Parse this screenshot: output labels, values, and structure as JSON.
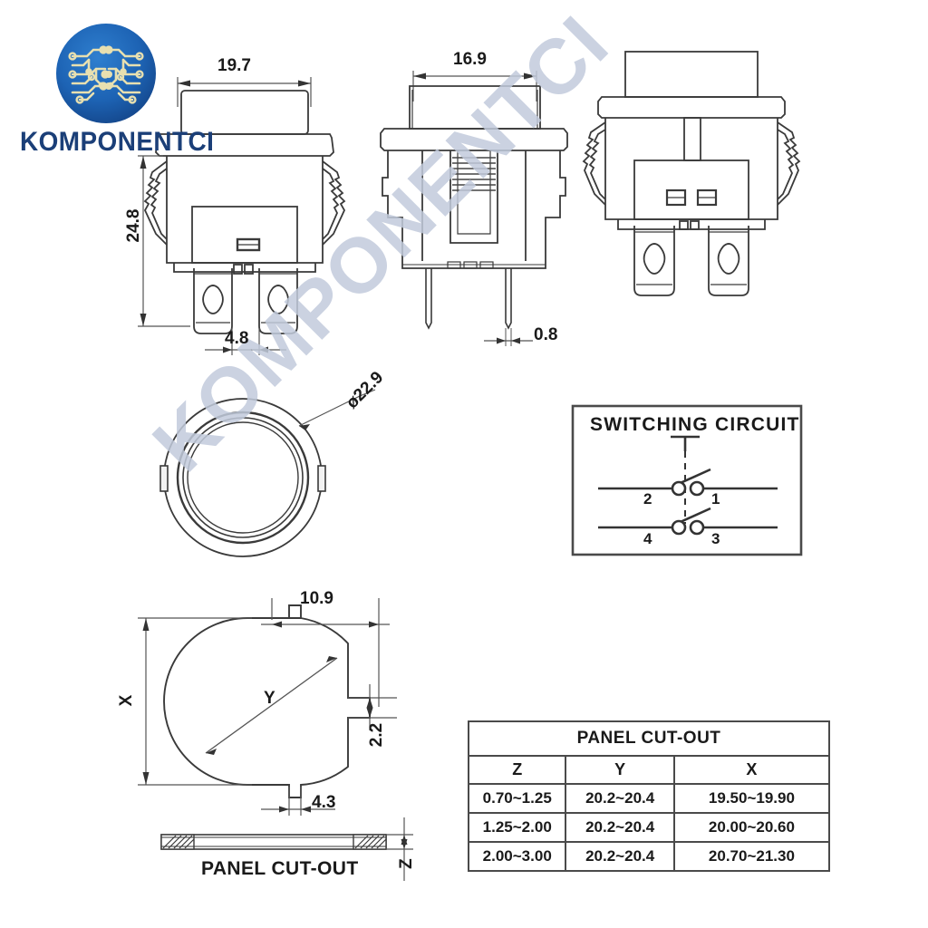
{
  "brand": {
    "name": "KOMPONENTCI",
    "logo_icon": "circuit-board-circle-logo",
    "logo_color": "#1b5ba8",
    "trace_color": "#e8e0b0",
    "text_color": "#1b3f78"
  },
  "watermark": {
    "text": "KOMPONENTCI",
    "color": "#c2cbdc"
  },
  "views": {
    "front": {
      "name": "front-view",
      "dimensions": {
        "width": "19.7",
        "height": "24.8",
        "terminal_width": "4.8"
      }
    },
    "side": {
      "name": "side-view",
      "dimensions": {
        "width": "16.9",
        "terminal_thickness": "0.8"
      }
    },
    "rear": {
      "name": "rear-view",
      "dimensions": {}
    },
    "top_circle": {
      "name": "top-circular-view",
      "dimensions": {
        "diameter": "ø22.9"
      }
    },
    "panel_cutout_plan": {
      "name": "panel-cutout-plan-view",
      "dimensions": {
        "notch_offset": "10.9",
        "notch_height": "2.2",
        "notch_width": "4.3",
        "vertical": "X",
        "diagonal": "Y",
        "thickness": "Z"
      },
      "caption": "PANEL CUT-OUT"
    }
  },
  "switching_circuit": {
    "title": "SWITCHING CIRCUIT",
    "terminals": {
      "top_left": "2",
      "top_right": "1",
      "bottom_left": "4",
      "bottom_right": "3"
    }
  },
  "panel_cutout_table": {
    "title": "PANEL CUT-OUT",
    "headers": [
      "Z",
      "Y",
      "X"
    ],
    "rows": [
      [
        "0.70~1.25",
        "20.2~20.4",
        "19.50~19.90"
      ],
      [
        "1.25~2.00",
        "20.2~20.4",
        "20.00~20.60"
      ],
      [
        "2.00~3.00",
        "20.2~20.4",
        "20.70~21.30"
      ]
    ]
  }
}
